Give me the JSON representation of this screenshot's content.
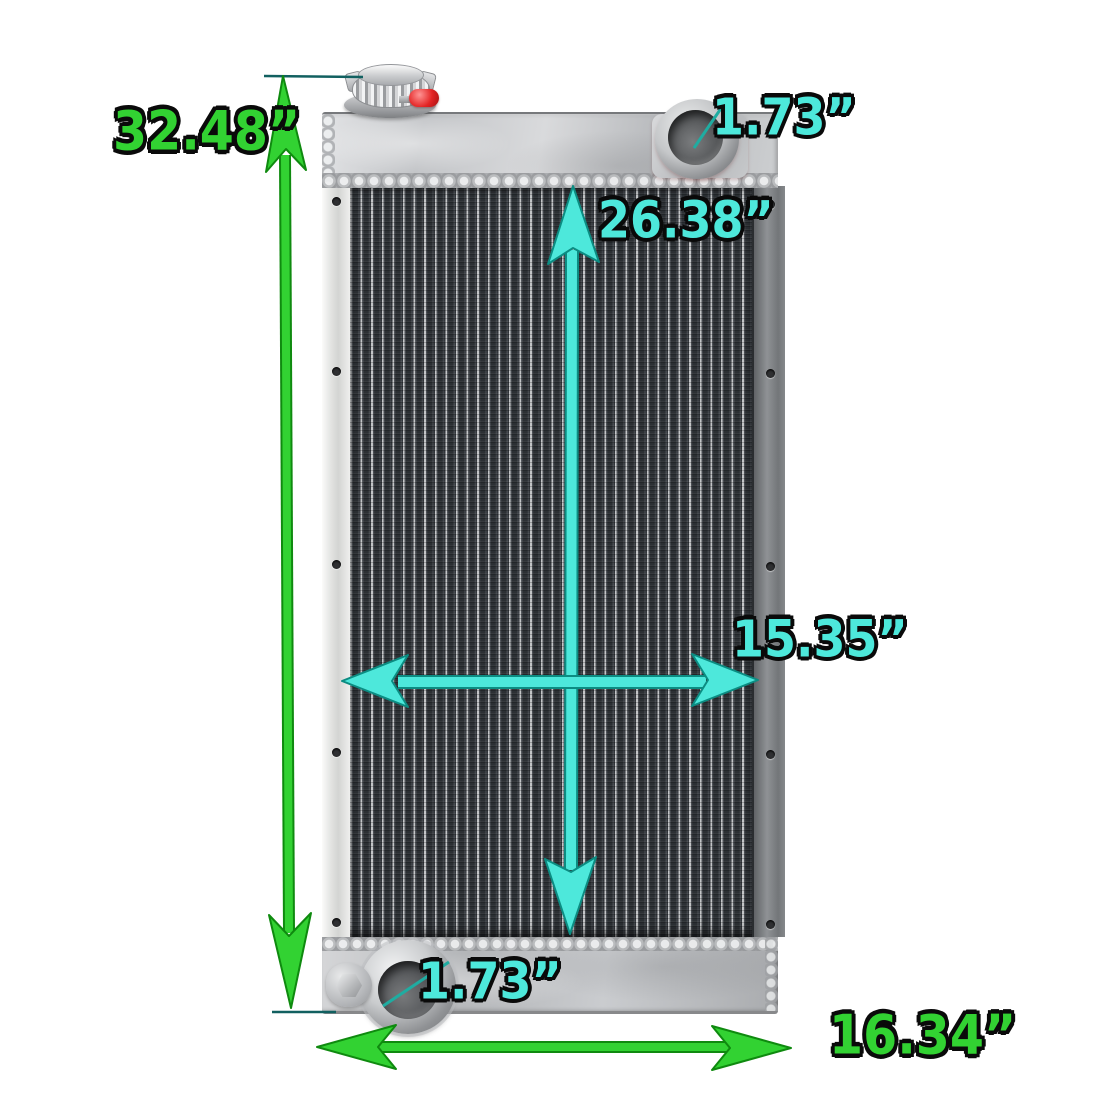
{
  "image": {
    "background": "#ffffff",
    "subject": "aluminum-radiator-with-dimension-callouts"
  },
  "colors": {
    "dimension_green": "#32d232",
    "dimension_cyan": "#4de8db",
    "outline_black": "#0a0a0a",
    "leader_teal": "#1faca1",
    "extension_teal": "#116060",
    "valve_red": "#d91f1f"
  },
  "dimensions": {
    "overall_height": {
      "value": "32.48”",
      "color": "green",
      "axis": "vertical"
    },
    "core_height": {
      "value": "26.38”",
      "color": "cyan",
      "axis": "vertical"
    },
    "core_width": {
      "value": "15.35”",
      "color": "cyan",
      "axis": "horizontal"
    },
    "overall_width": {
      "value": "16.34”",
      "color": "green",
      "axis": "horizontal"
    },
    "inlet_port": {
      "value": "1.73”",
      "color": "cyan"
    },
    "outlet_port": {
      "value": "1.73”",
      "color": "cyan"
    }
  }
}
